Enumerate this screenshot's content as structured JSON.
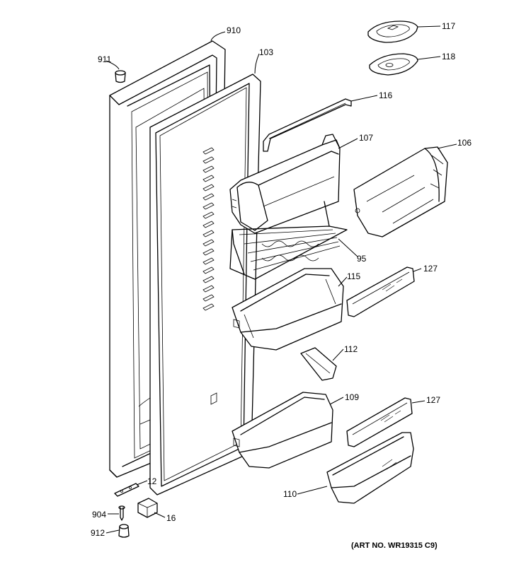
{
  "diagram": {
    "part_labels": {
      "p910": "910",
      "p911": "911",
      "p103": "103",
      "p117": "117",
      "p118": "118",
      "p116": "116",
      "p107": "107",
      "p106": "106",
      "p95": "95",
      "p115": "115",
      "p127a": "127",
      "p112": "112",
      "p109": "109",
      "p127b": "127",
      "p110": "110",
      "p12": "12",
      "p904": "904",
      "p16": "16",
      "p912": "912"
    },
    "art_number": "(ART NO. WR19315 C9)"
  }
}
